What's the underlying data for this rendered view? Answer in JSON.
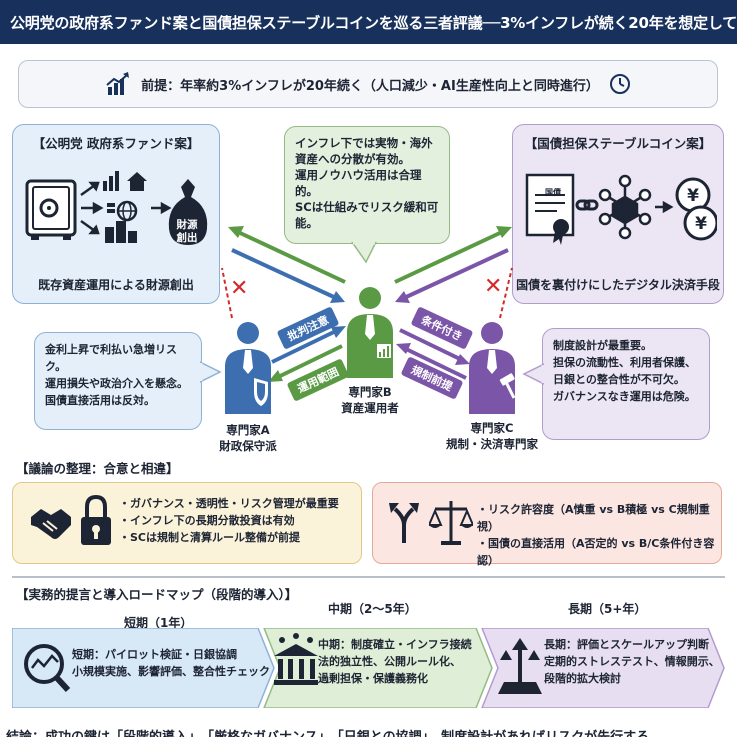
{
  "title": "公明党の政府系ファンド案と国債担保ステーブルコインを巡る三者評議──3%インフレが続く20年を想定して",
  "premise": "前提：年率約3%インフレが20年続く（人口減少・AI生産性向上と同時進行）",
  "left_panel": {
    "title": "【公明党 政府系ファンド案】",
    "caption": "既存資産運用による財源創出",
    "bag_label_1": "財源",
    "bag_label_2": "創出"
  },
  "right_panel": {
    "title": "【国債担保ステーブルコイン案】",
    "caption": "国債を裏付けにしたデジタル決済手段",
    "cert_label": "国債"
  },
  "expert_b": {
    "bubble": [
      "インフレ下では実物・海外",
      "資産への分散が有効。",
      "運用ノウハウ活用は合理的。",
      "SCは仕組みでリスク緩和可能。"
    ],
    "name": "専門家B",
    "role": "資産運用者"
  },
  "expert_a": {
    "bubble": [
      "金利上昇で利払い急増リスク。",
      "運用損失や政治介入を懸念。",
      "国債直接活用は反対。"
    ],
    "name": "専門家A",
    "role": "財政保守派",
    "tag_up": "批判注意",
    "tag_down": "運用範囲"
  },
  "expert_c": {
    "bubble": [
      "制度設計が最重要。",
      "担保の流動性、利用者保護、",
      "日銀との整合性が不可欠。",
      "ガバナンスなき運用は危険。"
    ],
    "name": "専門家C",
    "role": "規制・決済専門家",
    "tag_up": "条件付き",
    "tag_down": "規制前提"
  },
  "cross_mark": "✕",
  "summary": {
    "heading": "【議論の整理：合意と相違】",
    "agree": [
      "・ガバナンス・透明性・リスク管理が最重要",
      "・インフレ下の長期分散投資は有効",
      "・SCは規制と清算ルール整備が前提"
    ],
    "differ": [
      "・リスク許容度（A慎重 vs B積極 vs C規制重視）",
      "・国債の直接活用（A否定的 vs B/C条件付き容認）"
    ]
  },
  "roadmap": {
    "heading": "【実務的提言と導入ロードマップ（段階的導入）】",
    "short_label": "短期（1年）",
    "mid_label": "中期（2〜5年）",
    "long_label": "長期（5+年）",
    "short_items": [
      "短期：パイロット検証・日銀協調",
      "小規模実施、影響評価、整合性チェック"
    ],
    "mid_items": [
      "中期：制度確立・インフラ接続",
      "法的独立性、公開ルール化、",
      "過剰担保・保護義務化"
    ],
    "long_items": [
      "長期：評価とスケールアップ判断",
      "定期的ストレステスト、情報開示、",
      "段階的拡大検討"
    ]
  },
  "bottom_text": "結論：成功の鍵は「段階的導入」、「厳格なガバナンス」、「日銀との協調」。制度設計があればリスクが先行する",
  "colors": {
    "navy": "#17305c",
    "blue": "#3d6fb0",
    "green": "#5b9a45",
    "purple": "#7b55a8",
    "red": "#d42a2a"
  }
}
